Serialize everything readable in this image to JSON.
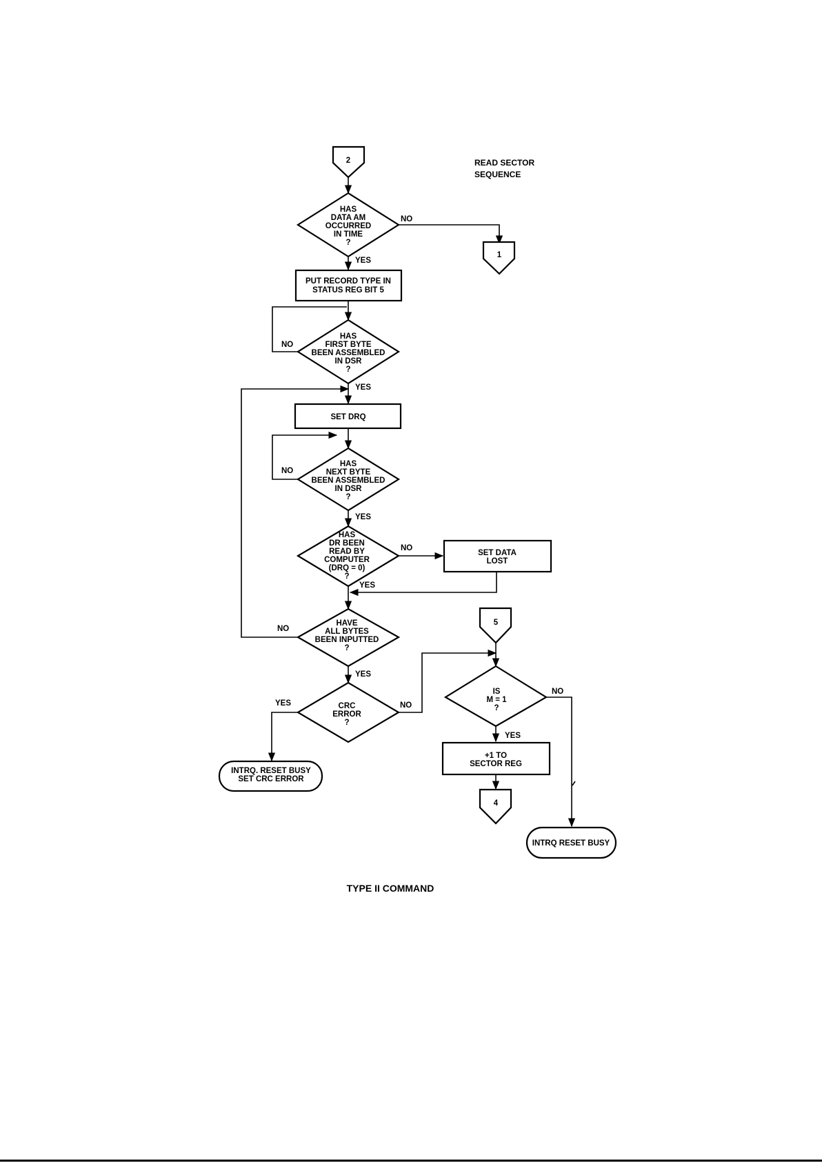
{
  "diagram": {
    "title_lines": [
      "READ SECTOR",
      "SEQUENCE"
    ],
    "caption": "TYPE II COMMAND",
    "nodes": {
      "conn_2": {
        "kind": "connector",
        "lines": [
          "2"
        ]
      },
      "has_data_am": {
        "kind": "decision",
        "lines": [
          "HAS",
          "DATA AM",
          "OCCURRED",
          "IN TIME",
          "?"
        ]
      },
      "conn_1": {
        "kind": "connector",
        "lines": [
          "1"
        ]
      },
      "put_record": {
        "kind": "process",
        "lines": [
          "PUT RECORD TYPE IN",
          "STATUS REG BIT 5"
        ]
      },
      "first_byte": {
        "kind": "decision",
        "lines": [
          "HAS",
          "FIRST BYTE",
          "BEEN ASSEMBLED",
          "IN DSR",
          "?"
        ]
      },
      "set_drq": {
        "kind": "process",
        "lines": [
          "SET DRQ"
        ]
      },
      "next_byte": {
        "kind": "decision",
        "lines": [
          "HAS",
          "NEXT BYTE",
          "BEEN ASSEMBLED",
          "IN DSR",
          "?"
        ]
      },
      "dr_read": {
        "kind": "decision",
        "lines": [
          "HAS",
          "DR BEEN",
          "READ BY",
          "COMPUTER",
          "(DRQ = 0)",
          "?"
        ]
      },
      "set_lost": {
        "kind": "process",
        "lines": [
          "SET DATA",
          "LOST"
        ]
      },
      "all_bytes": {
        "kind": "decision",
        "lines": [
          "HAVE",
          "ALL BYTES",
          "BEEN INPUTTED",
          "?"
        ]
      },
      "crc_error": {
        "kind": "decision",
        "lines": [
          "CRC",
          "ERROR",
          "?"
        ]
      },
      "intrq_crc": {
        "kind": "terminal",
        "lines": [
          "INTRQ. RESET BUSY",
          "SET CRC ERROR"
        ]
      },
      "conn_5": {
        "kind": "connector",
        "lines": [
          "5"
        ]
      },
      "is_m": {
        "kind": "decision",
        "lines": [
          "IS",
          "M = 1",
          "?"
        ]
      },
      "plus_one": {
        "kind": "process",
        "lines": [
          "+1 TO",
          "SECTOR REG"
        ]
      },
      "conn_4": {
        "kind": "connector",
        "lines": [
          "4"
        ]
      },
      "intrq_reset": {
        "kind": "terminal",
        "lines": [
          "INTRQ RESET BUSY"
        ]
      }
    },
    "edges": [
      {
        "from": "conn_2",
        "to": "has_data_am",
        "label": ""
      },
      {
        "from": "has_data_am",
        "to": "conn_1",
        "label": "NO"
      },
      {
        "from": "has_data_am",
        "to": "put_record",
        "label": "YES"
      },
      {
        "from": "put_record",
        "to": "first_byte",
        "label": ""
      },
      {
        "from": "first_byte",
        "to": "first_byte",
        "label": "NO"
      },
      {
        "from": "first_byte",
        "to": "set_drq",
        "label": "YES"
      },
      {
        "from": "set_drq",
        "to": "next_byte",
        "label": ""
      },
      {
        "from": "next_byte",
        "to": "next_byte",
        "label": "NO"
      },
      {
        "from": "next_byte",
        "to": "dr_read",
        "label": "YES"
      },
      {
        "from": "dr_read",
        "to": "set_lost",
        "label": "NO"
      },
      {
        "from": "set_lost",
        "to": "all_bytes",
        "label": ""
      },
      {
        "from": "dr_read",
        "to": "all_bytes",
        "label": "YES"
      },
      {
        "from": "all_bytes",
        "to": "set_drq",
        "label": "NO"
      },
      {
        "from": "all_bytes",
        "to": "crc_error",
        "label": "YES"
      },
      {
        "from": "crc_error",
        "to": "intrq_crc",
        "label": "YES"
      },
      {
        "from": "crc_error",
        "to": "is_m",
        "label": "NO"
      },
      {
        "from": "conn_5",
        "to": "is_m",
        "label": ""
      },
      {
        "from": "is_m",
        "to": "plus_one",
        "label": "YES"
      },
      {
        "from": "is_m",
        "to": "intrq_reset",
        "label": "NO"
      },
      {
        "from": "plus_one",
        "to": "conn_4",
        "label": ""
      }
    ]
  }
}
